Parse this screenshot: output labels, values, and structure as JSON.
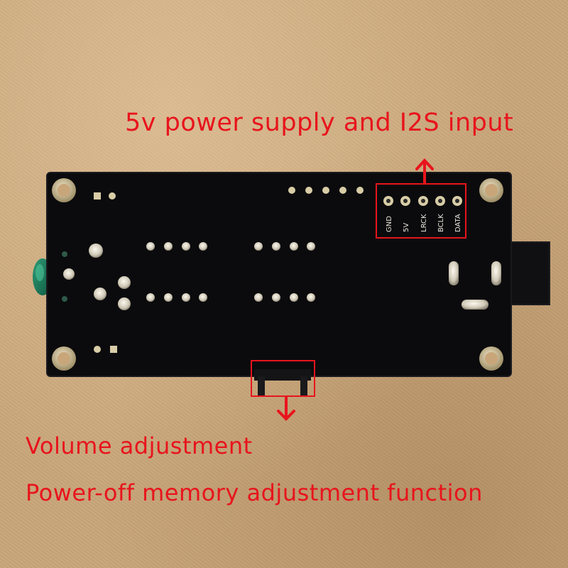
{
  "captions": {
    "top": "5v power supply and I2S input",
    "volume": "Volume adjustment",
    "memory": "Power-off memory adjustment function"
  },
  "pin_labels": [
    "GND",
    "5V",
    "LRCK",
    "BCLK",
    "DATA"
  ],
  "colors": {
    "background": "#c9a67a",
    "pcb": "#0b0b0d",
    "annotation": "#e8141c",
    "pad": "#d8d2c4"
  }
}
